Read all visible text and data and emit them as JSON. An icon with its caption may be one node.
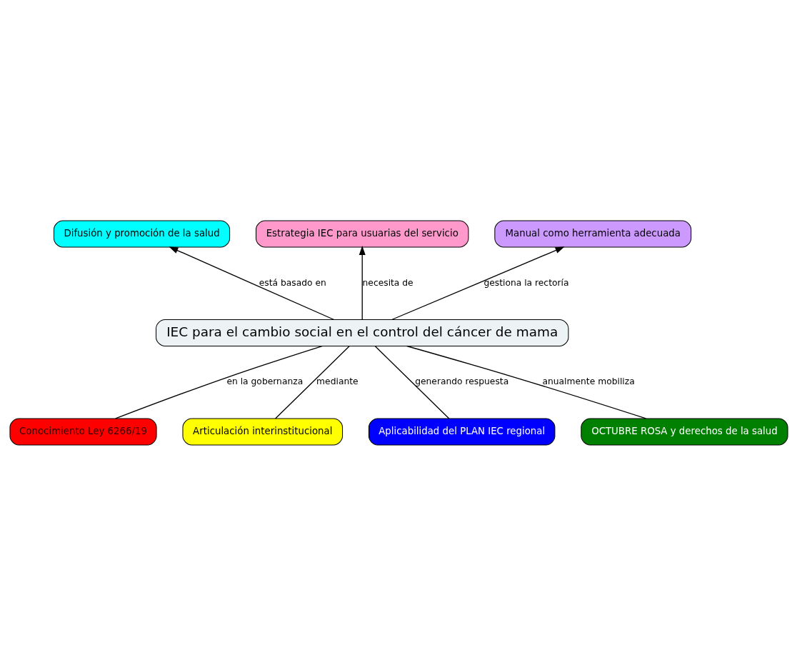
{
  "diagram": {
    "nodes": [
      {
        "text": [
          "IEC para el cambio social en el control del cáncer de mama"
        ]
      },
      {
        "text": [
          "Difusión y promoción de la salud"
        ]
      },
      {
        "text": [
          "Estrategia IEC para usuarias del servicio"
        ]
      },
      {
        "text": [
          "Manual como herramienta adecuada"
        ]
      },
      {
        "text": [
          "Conocimiento Ley 6266/19"
        ]
      },
      {
        "text": [
          "Articulación interinstitucional"
        ]
      },
      {
        "text": [
          "Aplicabilidad del PLAN IEC regional"
        ]
      },
      {
        "text": [
          "OCTUBRE ROSA y derechos de la salud"
        ]
      }
    ],
    "edges": [
      {
        "from": 0,
        "to": 1,
        "arrow": "to",
        "label": "está basado en"
      },
      {
        "from": 0,
        "to": 2,
        "arrow": "to",
        "label": "necesita de"
      },
      {
        "from": 0,
        "to": 3,
        "arrow": "to",
        "label": "gestiona la rectoría"
      },
      {
        "from": 0,
        "to": 4,
        "arrow": "none",
        "label": "en la gobernanza"
      },
      {
        "from": 0,
        "to": 5,
        "arrow": "none",
        "label": "mediante"
      },
      {
        "from": 0,
        "to": 6,
        "arrow": "none",
        "label": "generando respuesta"
      },
      {
        "from": 0,
        "to": 7,
        "arrow": "none",
        "label": "anualmente mobiliza"
      }
    ]
  }
}
